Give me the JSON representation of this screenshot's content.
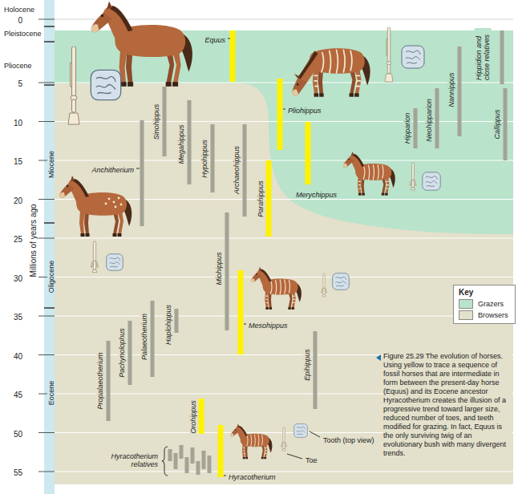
{
  "diagram": {
    "caption": "Figure 25.29 The evolution of horses. Using yellow to trace a sequence of fossil horses that are intermediate in form between the present-day horse (Equus) and its Eocene ancestor Hyracotherium creates the illusion of a progressive trend toward larger size, reduced number of toes, and teeth modified for grazing. In fact, Equus is the only surviving twig of an evolutionary bush with many divergent trends.",
    "nodes": [
      {
        "text": [
          "Key"
        ]
      }
    ],
    "labels": [
      "Holocene",
      "Pleistocene",
      "Pliocene",
      "Miocene",
      "Oligocene",
      "Eocene",
      "Millions of years ago",
      "0",
      "5",
      "10",
      "15",
      "20",
      "25",
      "30",
      "35",
      "40",
      "45",
      "50",
      "55",
      "Equus",
      "Pliohippus",
      "Hippidion and close relatives",
      "Nannippus",
      "Neohipparion",
      "Hipparion",
      "Callippus",
      "Sinohippus",
      "Megahippus",
      "Hypohippus",
      "Archaeohippus",
      "Parahippus",
      "Merychippus",
      "Anchitherium",
      "Miohippus",
      "Mesohippus",
      "Epihippus",
      "Propalaeotherium",
      "Pachynolophus",
      "Palaeotherium",
      "Haplohippus",
      "Orohippus",
      "Hyracotherium relatives",
      "Tooth (top view)",
      "Toe",
      "Hyracotherium"
    ],
    "legend": [
      {
        "text": "Grazers",
        "color": "#b9e3cb"
      },
      {
        "text": "Browsers",
        "color": "#e3e0cb"
      }
    ]
  }
}
